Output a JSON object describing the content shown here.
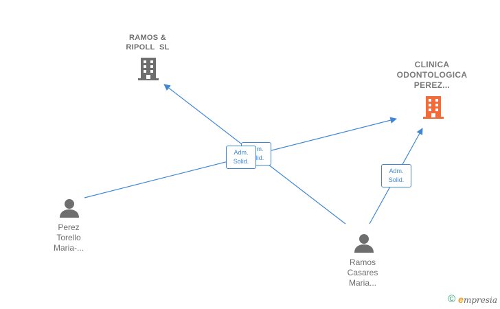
{
  "nodes": {
    "ramos_ripoll": {
      "lines": [
        "RAMOS &",
        "RIPOLL  SL"
      ],
      "type": "company",
      "color": "#6e6e6e"
    },
    "clinica": {
      "lines": [
        "CLINICA",
        "ODONTOLOGICA",
        "PEREZ..."
      ],
      "type": "company",
      "color": "#f26b3a"
    },
    "perez_torello": {
      "lines": [
        "Perez",
        "Torello",
        "Maria-..."
      ],
      "type": "person",
      "color": "#6e6e6e"
    },
    "ramos_casares": {
      "lines": [
        "Ramos",
        "Casares",
        "Maria..."
      ],
      "type": "person",
      "color": "#6e6e6e"
    }
  },
  "edge_labels": [
    {
      "line1": "Adm.",
      "line2": "Solid."
    },
    {
      "line1": "Adm.",
      "line2": "Solid."
    },
    {
      "line1": "Adm.",
      "line2": "Solid."
    }
  ],
  "colors": {
    "edge": "#3d86d8",
    "company": "#6e6e6e",
    "highlight_company": "#f26b3a",
    "person": "#6e6e6e"
  },
  "brand": {
    "copyright": "©",
    "e": "e",
    "word": "mpresia"
  }
}
